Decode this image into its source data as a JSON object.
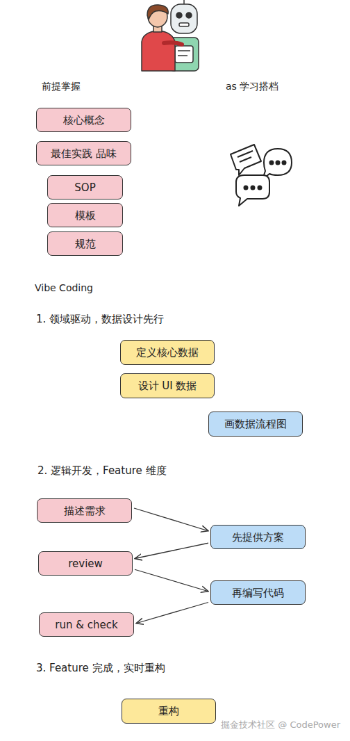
{
  "diagram": {
    "nodes": [
      {
        "text": [
          "核心概念"
        ]
      },
      {
        "text": [
          "最佳实践 品味"
        ]
      },
      {
        "text": [
          "SOP"
        ]
      },
      {
        "text": [
          "模板"
        ]
      },
      {
        "text": [
          "规范"
        ]
      },
      {
        "text": [
          "定义核心数据"
        ]
      },
      {
        "text": [
          "设计 UI 数据"
        ]
      },
      {
        "text": [
          "画数据流程图"
        ]
      },
      {
        "text": [
          "描述需求"
        ]
      },
      {
        "text": [
          "先提供方案"
        ]
      },
      {
        "text": [
          "review"
        ]
      },
      {
        "text": [
          "再编写代码"
        ]
      },
      {
        "text": [
          "run & check"
        ]
      },
      {
        "text": [
          "重构"
        ]
      }
    ],
    "edges": [
      {
        "from": 8,
        "to": 9,
        "arrow": "to"
      },
      {
        "from": 9,
        "to": 10,
        "arrow": "to"
      },
      {
        "from": 10,
        "to": 11,
        "arrow": "to"
      },
      {
        "from": 11,
        "to": 12,
        "arrow": "to"
      }
    ],
    "labels": [
      "前提掌握",
      "as 学习搭档",
      "Vibe Coding",
      "1. 领域驱动，数据设计先行",
      "2. 逻辑开发，Feature 维度",
      "3. Feature 完成，实时重构",
      "掘金技术社区 @ CodePower"
    ]
  }
}
